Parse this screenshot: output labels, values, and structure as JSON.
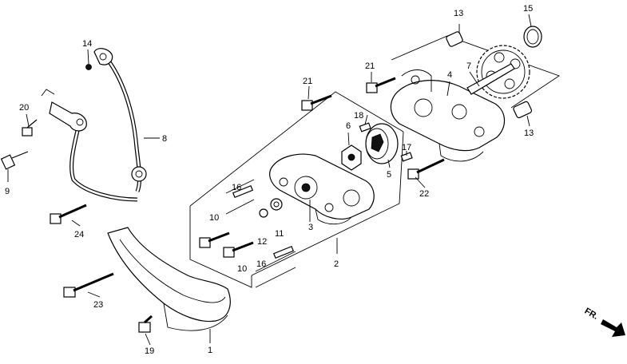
{
  "diagram": {
    "callouts": {
      "p1": "1",
      "p2": "2",
      "p3": "3",
      "p4": "4",
      "p5": "5",
      "p6": "6",
      "p7": "7",
      "p8": "8",
      "p9": "9",
      "p10a": "10",
      "p10b": "10",
      "p11": "11",
      "p12": "12",
      "p13a": "13",
      "p13b": "13",
      "p14": "14",
      "p15": "15",
      "p16a": "16",
      "p16b": "16",
      "p17": "17",
      "p18": "18",
      "p19": "19",
      "p20": "20",
      "p21a": "21",
      "p21b": "21",
      "p22": "22",
      "p23": "23",
      "p24": "24"
    },
    "direction_label": "FR."
  }
}
